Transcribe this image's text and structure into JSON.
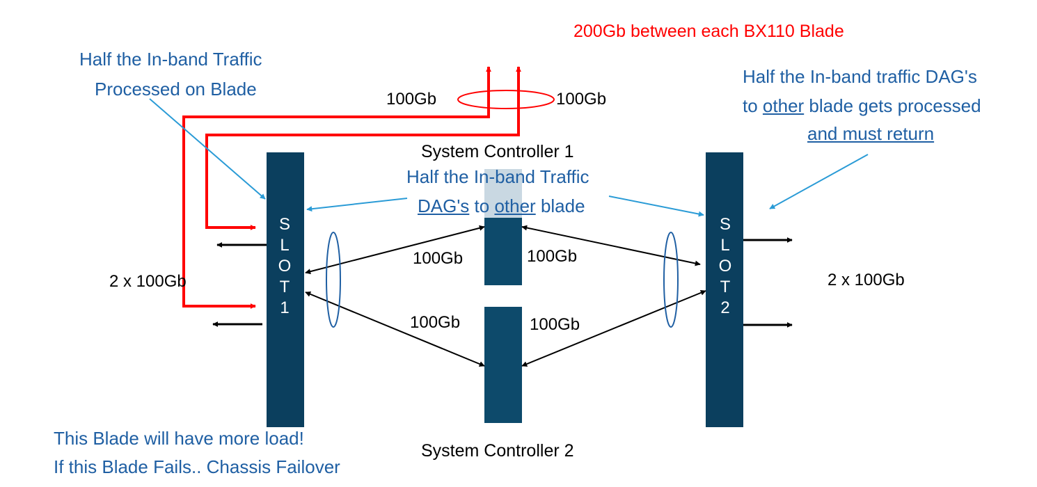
{
  "top_label": "200Gb between each BX110 Blade",
  "slot1": {
    "letters": [
      "S",
      "L",
      "O",
      "T",
      "1"
    ],
    "ports_label": "2 x 100Gb"
  },
  "slot2": {
    "letters": [
      "S",
      "L",
      "O",
      "T",
      "2"
    ],
    "ports_label": "2 x 100Gb"
  },
  "controllers": {
    "sc1": "System Controller 1",
    "sc2": "System Controller 2"
  },
  "links": {
    "left_up": "100Gb",
    "right_up": "100Gb",
    "sc1_left": "100Gb",
    "sc1_right": "100Gb",
    "sc2_left": "100Gb",
    "sc2_right": "100Gb"
  },
  "notes": {
    "left_top": [
      "Half the In-band Traffic",
      "Processed on Blade"
    ],
    "center_line1": "Half the In-band Traffic",
    "center_line2_underlined_a": "DAG's",
    "center_line2_mid": " to ",
    "center_line2_underlined_b": "other",
    "center_line2_end": " blade",
    "right_line1": "Half the In-band traffic DAG's",
    "right_line2_pre": "to ",
    "right_line2_underlined": "other",
    "right_line2_post": " blade gets processed",
    "right_line3_underlined": "and must return",
    "bottom_line1": "This Blade will have more load!",
    "bottom_line2": "If this Blade Fails.. Chassis Failover"
  },
  "colors": {
    "slot": "#0b3f5e",
    "controller": "#0d4a6b",
    "traffic": "#ff0000",
    "note_text": "#1f5fa3",
    "note_arrow": "#2a9bd6"
  }
}
